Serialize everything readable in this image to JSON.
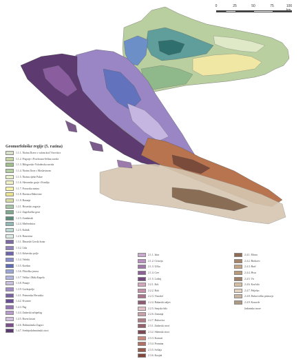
{
  "scale": {
    "labels": [
      "0",
      "25",
      "50",
      "75",
      "100 km"
    ],
    "unit": "km"
  },
  "legend": {
    "title": "Geomorfološke regije (5. razina)",
    "col1": [
      {
        "code": "1.1.1",
        "label": "1.1.1. Nizina Drave s valom kod Virovitice",
        "color": "#d9e2c8"
      },
      {
        "code": "1.1.2",
        "label": "1.1.2. Prigorje i Pocrkvana-Selina zavala",
        "color": "#c6d7a3"
      },
      {
        "code": "1.1.3",
        "label": "1.1.3. Bilogorsko-Voloderska zavala",
        "color": "#9fbf8a"
      },
      {
        "code": "1.1.4",
        "label": "1.1.4. Nizina Ilova s Moslavinom",
        "color": "#b3cf9f"
      },
      {
        "code": "1.1.5",
        "label": "1.1.5. Nizina rijeke Pakre",
        "color": "#e9efc9"
      },
      {
        "code": "1.1.6",
        "label": "1.1.6. Slavonsko gorje i Krndija",
        "color": "#f3f0c2"
      },
      {
        "code": "1.1.7",
        "label": "1.1.7. Posavska nizina",
        "color": "#f8f3a9"
      },
      {
        "code": "1.1.8",
        "label": "1.1.8. Ravnica Đakovine",
        "color": "#eee48a"
      },
      {
        "code": "1.1.9",
        "label": "1.1.9. Baranja",
        "color": "#d8dca0"
      },
      {
        "code": "1.2.1",
        "label": "1.2.1. Hrvatsko zagorje",
        "color": "#a6c6a5"
      },
      {
        "code": "1.2.2",
        "label": "1.2.2. Zagrebačka gora",
        "color": "#7ea98f"
      },
      {
        "code": "1.2.3",
        "label": "1.2.3. Žumberak",
        "color": "#5b8e7d"
      },
      {
        "code": "1.2.4",
        "label": "1.2.4. Medvednica",
        "color": "#8fb9b4"
      },
      {
        "code": "1.2.5",
        "label": "1.2.5. Kalnik",
        "color": "#bcd9d4"
      },
      {
        "code": "1.2.6",
        "label": "1.2.6. Banovina",
        "color": "#dcece8"
      },
      {
        "code": "1.3.1",
        "label": "1.3.1. Dinarski Gorski kotar",
        "color": "#7e6aa8"
      },
      {
        "code": "1.3.2",
        "label": "1.3.2. Lika",
        "color": "#9384c0"
      },
      {
        "code": "1.3.3",
        "label": "1.3.3. Krbavsko polje",
        "color": "#6f64b1"
      },
      {
        "code": "1.3.4",
        "label": "1.3.4. Velebit",
        "color": "#8a8fd0"
      },
      {
        "code": "1.3.5",
        "label": "1.3.5. Kordun",
        "color": "#5f6db8"
      },
      {
        "code": "1.3.6",
        "label": "1.3.6. Plitvička jezera",
        "color": "#9ba6d9"
      },
      {
        "code": "1.3.7",
        "label": "1.3.7. Velika i Mala Kapela",
        "color": "#b3b8e2"
      },
      {
        "code": "1.3.8",
        "label": "1.3.8. Pounje",
        "color": "#cbbfe2"
      },
      {
        "code": "1.3.9",
        "label": "1.3.9. Gackopolje",
        "color": "#a28fca"
      },
      {
        "code": "1.4.1",
        "label": "1.4.1. Primorska Hrvatska",
        "color": "#7b62a6"
      },
      {
        "code": "1.4.2",
        "label": "1.4.2. Kvarner",
        "color": "#6a4d96"
      },
      {
        "code": "1.4.3",
        "label": "1.4.3. Pag",
        "color": "#9774b3"
      },
      {
        "code": "1.4.4",
        "label": "1.4.4. Zadarski arhipelag",
        "color": "#b89acb"
      },
      {
        "code": "1.4.5",
        "label": "1.4.5. Ravni kotari",
        "color": "#d2c2e0"
      },
      {
        "code": "1.4.6",
        "label": "1.4.6. Dalmatinska Zagora",
        "color": "#7d4f8f"
      },
      {
        "code": "1.4.7",
        "label": "1.4.7. Srednjodalmatinski otoci",
        "color": "#5e3a72"
      }
    ],
    "col2": [
      {
        "code": "2.1.1",
        "label": "2.1.1. Istra",
        "color": "#caa9cf"
      },
      {
        "code": "2.1.2",
        "label": "2.1.2. Ćićarija",
        "color": "#b98fbf"
      },
      {
        "code": "2.1.3",
        "label": "2.1.3. Učka",
        "color": "#a278ab"
      },
      {
        "code": "2.1.4",
        "label": "2.1.4. Cres",
        "color": "#8c6096"
      },
      {
        "code": "2.1.5",
        "label": "2.1.5. Lošinj",
        "color": "#75487f"
      },
      {
        "code": "2.2.1",
        "label": "2.2.1. Krk",
        "color": "#d3a6bd"
      },
      {
        "code": "2.2.2",
        "label": "2.2.2. Rab",
        "color": "#c48fa8"
      },
      {
        "code": "2.2.3",
        "label": "2.2.3. Vinodol",
        "color": "#a9748c"
      },
      {
        "code": "2.2.4",
        "label": "2.2.4. Bakarski zaljev",
        "color": "#8f5b74"
      },
      {
        "code": "2.2.5",
        "label": "2.2.5. Senjsko bilo",
        "color": "#e1c2c7"
      },
      {
        "code": "2.2.6",
        "label": "2.2.6. Zrmanja",
        "color": "#c9a1a8"
      },
      {
        "code": "2.2.7",
        "label": "2.2.7. Bukovica",
        "color": "#b07e86"
      },
      {
        "code": "2.3.1",
        "label": "2.3.1. Zadarski otoci",
        "color": "#96616b"
      },
      {
        "code": "2.3.2",
        "label": "2.3.2. Šibenski otoci",
        "color": "#7e4852"
      },
      {
        "code": "2.3.3",
        "label": "2.3.3. Kornati",
        "color": "#c98a7e"
      },
      {
        "code": "2.3.4",
        "label": "2.3.4. Promina",
        "color": "#b17064"
      },
      {
        "code": "2.3.5",
        "label": "2.3.5. Svilaja",
        "color": "#985a4f"
      },
      {
        "code": "2.3.6",
        "label": "2.3.6. Kozjak",
        "color": "#84463c"
      }
    ],
    "col3": [
      {
        "code": "2.4.1",
        "label": "2.4.1. Mosor",
        "color": "#8e6b52"
      },
      {
        "code": "2.4.2",
        "label": "2.4.2. Biokovo",
        "color": "#a88568"
      },
      {
        "code": "2.4.3",
        "label": "2.4.3. Brač",
        "color": "#c6a584"
      },
      {
        "code": "2.4.4",
        "label": "2.4.4. Hvar",
        "color": "#b89978"
      },
      {
        "code": "2.4.5",
        "label": "2.4.5. Vis",
        "color": "#9f8066"
      },
      {
        "code": "2.4.6",
        "label": "2.4.6. Korčula",
        "color": "#d5c0a5"
      },
      {
        "code": "2.4.7",
        "label": "2.4.7. Pelješac",
        "color": "#e2d4c0"
      },
      {
        "code": "2.4.8",
        "label": "2.4.8. Dubrovačko primorje",
        "color": "#c9b7a2"
      },
      {
        "code": "2.4.9",
        "label": "2.4.9. Konavle",
        "color": "#ad9a85"
      }
    ],
    "sea_label": "Jadransko more"
  },
  "map": {
    "colors": {
      "pannonian": "#b9cf9f",
      "teal": "#5f9e9a",
      "mountain": "#8b6fae",
      "coastal": "#5d3a70",
      "brown": "#b8744f",
      "sea_plateau": "#cab79e",
      "island": "#7a5b8a"
    }
  }
}
